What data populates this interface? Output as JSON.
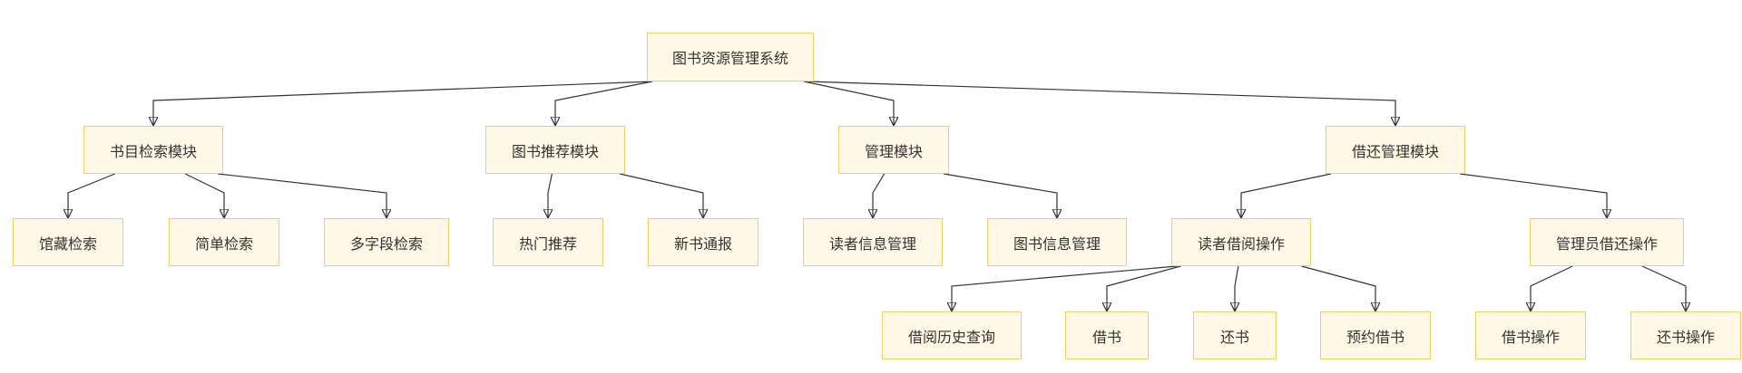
{
  "colors": {
    "node_fill": "#fff8e6",
    "node_border": "#f2cf63",
    "edge": "#333333",
    "text": "#333333"
  },
  "nodes": {
    "root": "图书资源管理系统",
    "catalog_search": "书目检索模块",
    "book_recommend": "图书推荐模块",
    "management": "管理模块",
    "borrow_return_mgmt": "借还管理模块",
    "holdings_search": "馆藏检索",
    "simple_search": "简单检索",
    "multi_field_search": "多字段检索",
    "hot_recommend": "热门推荐",
    "new_book_notice": "新书通报",
    "reader_info_mgmt": "读者信息管理",
    "book_info_mgmt": "图书信息管理",
    "reader_borrow_ops": "读者借阅操作",
    "admin_borrow_return_ops": "管理员借还操作",
    "borrow_history_query": "借阅历史查询",
    "borrow_book": "借书",
    "return_book": "还书",
    "reserve_book": "预约借书",
    "borrow_op": "借书操作",
    "return_op": "还书操作"
  },
  "edges": [
    [
      "root",
      "catalog_search"
    ],
    [
      "root",
      "book_recommend"
    ],
    [
      "root",
      "management"
    ],
    [
      "root",
      "borrow_return_mgmt"
    ],
    [
      "catalog_search",
      "holdings_search"
    ],
    [
      "catalog_search",
      "simple_search"
    ],
    [
      "catalog_search",
      "multi_field_search"
    ],
    [
      "book_recommend",
      "hot_recommend"
    ],
    [
      "book_recommend",
      "new_book_notice"
    ],
    [
      "management",
      "reader_info_mgmt"
    ],
    [
      "management",
      "book_info_mgmt"
    ],
    [
      "borrow_return_mgmt",
      "reader_borrow_ops"
    ],
    [
      "borrow_return_mgmt",
      "admin_borrow_return_ops"
    ],
    [
      "reader_borrow_ops",
      "borrow_history_query"
    ],
    [
      "reader_borrow_ops",
      "borrow_book"
    ],
    [
      "reader_borrow_ops",
      "return_book"
    ],
    [
      "reader_borrow_ops",
      "reserve_book"
    ],
    [
      "admin_borrow_return_ops",
      "borrow_op"
    ],
    [
      "admin_borrow_return_ops",
      "return_op"
    ]
  ]
}
